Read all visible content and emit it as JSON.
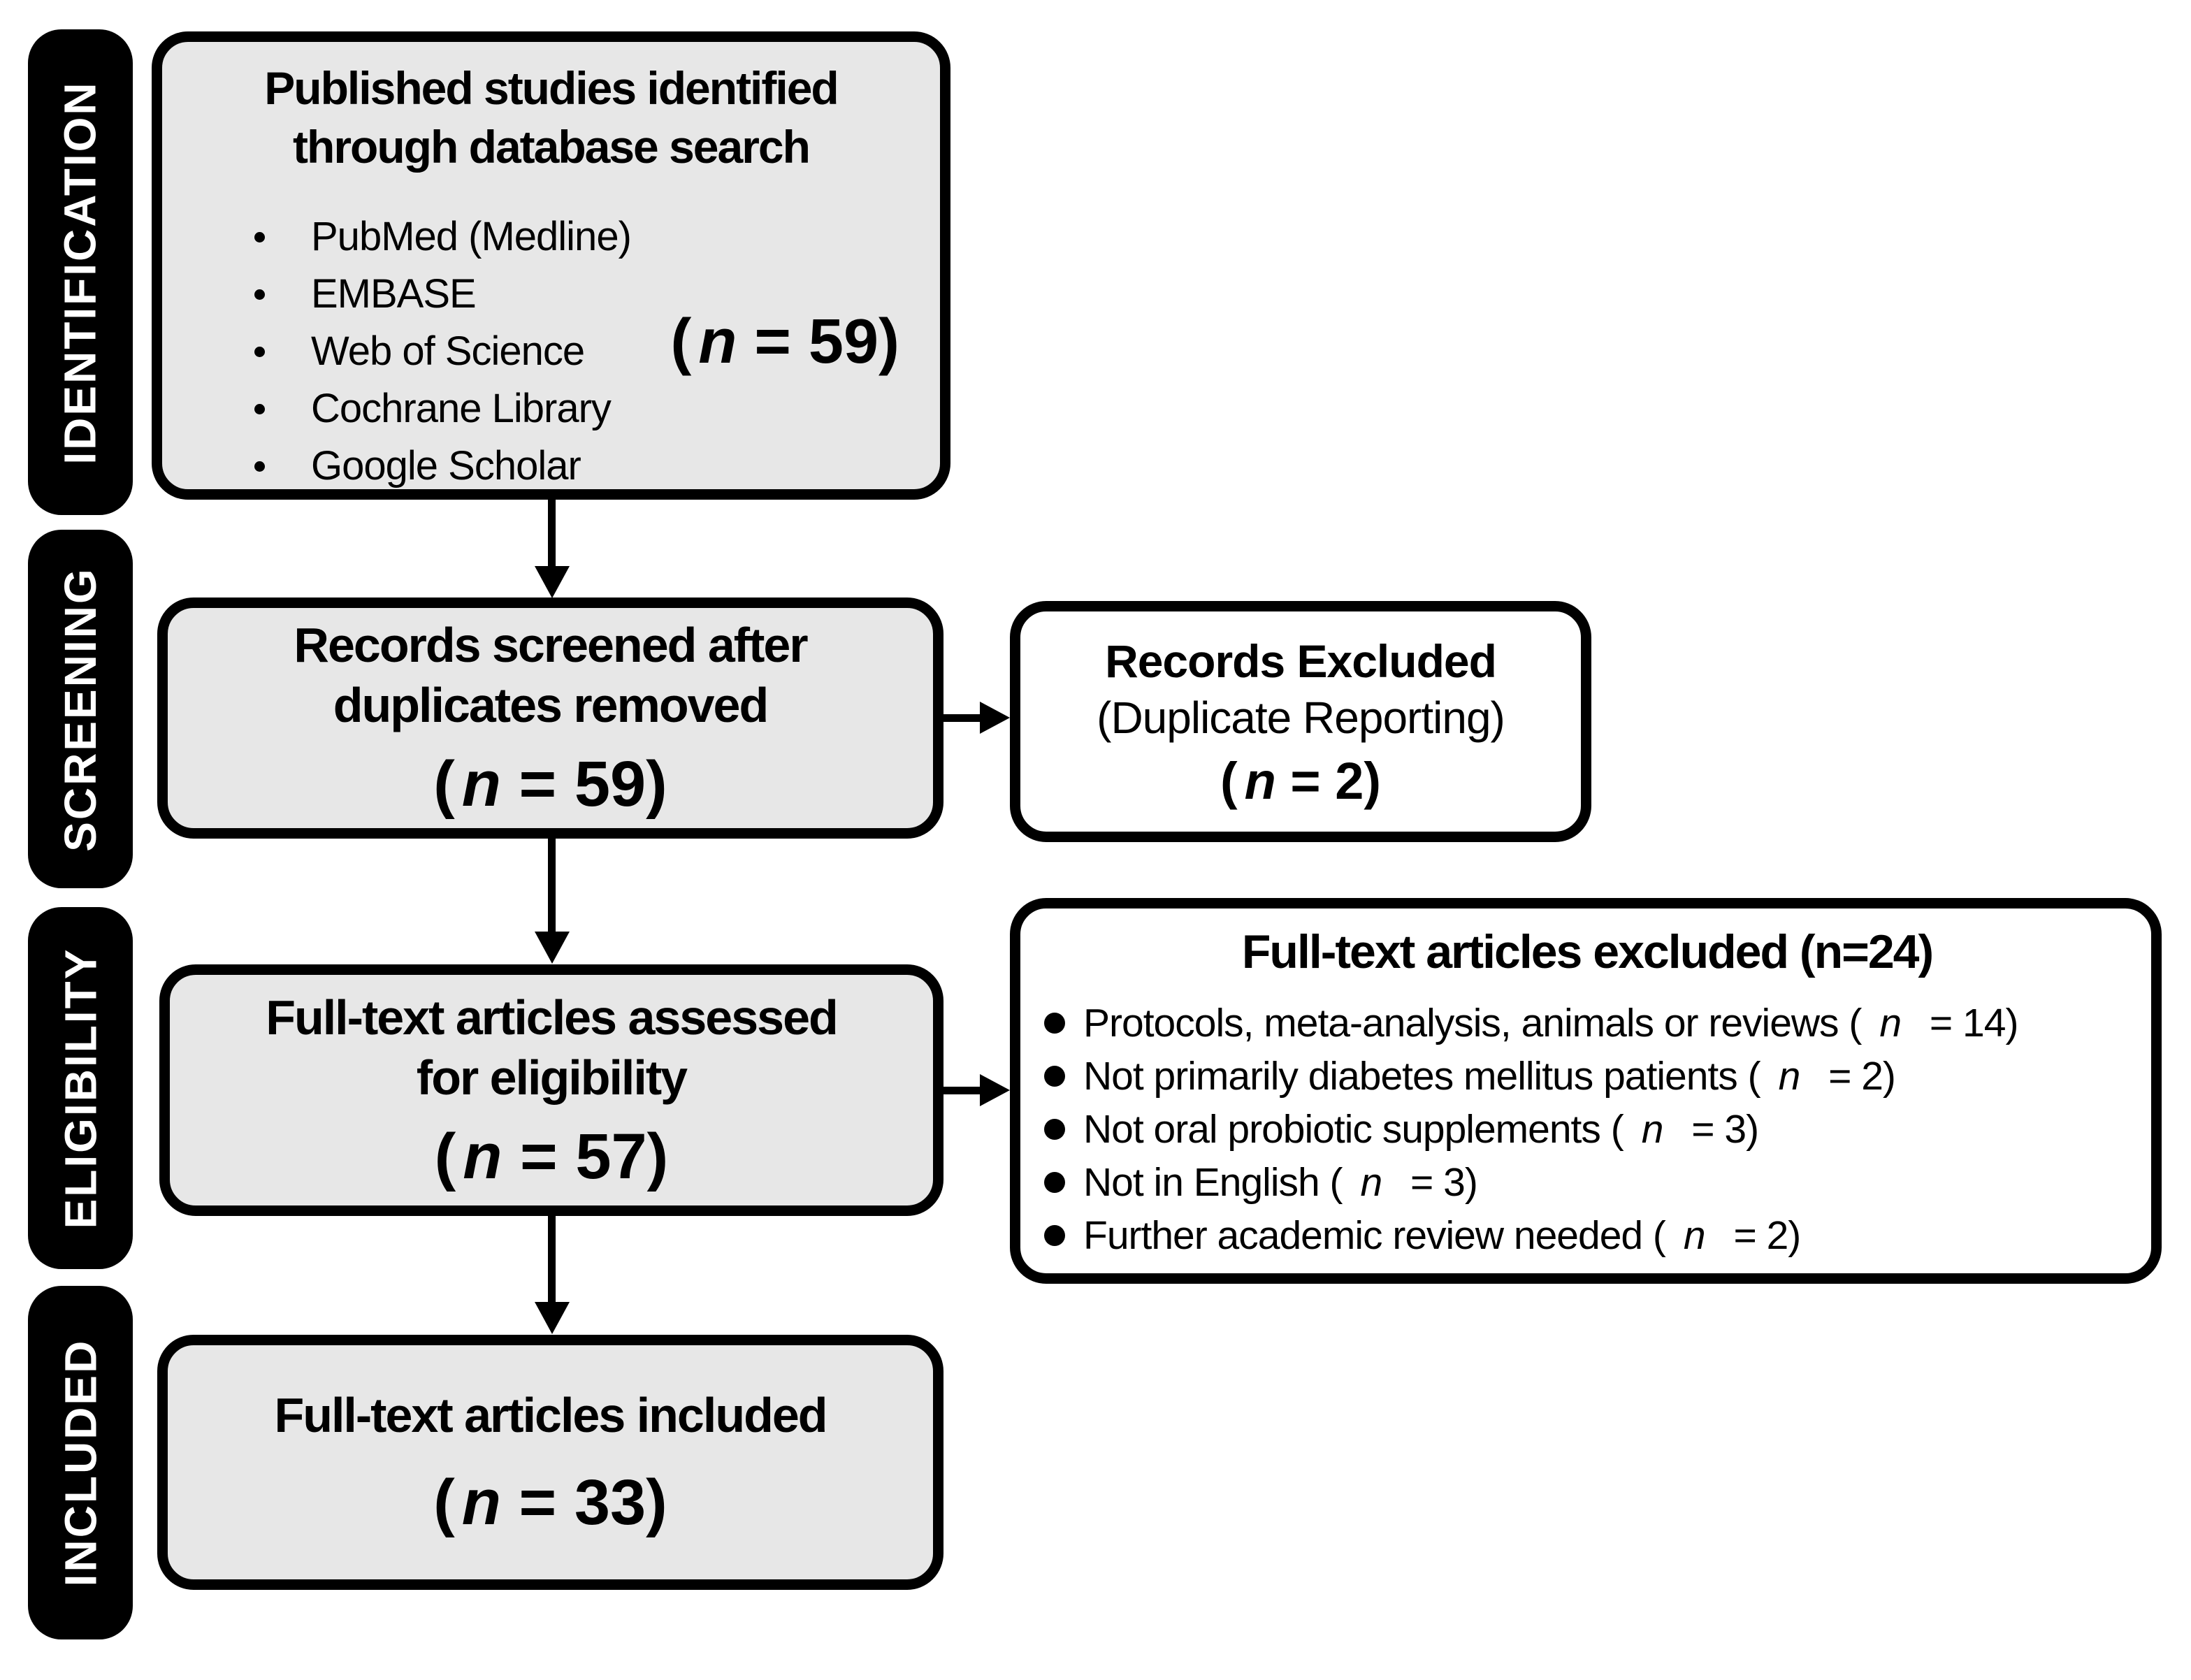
{
  "colors": {
    "box_fill_gray": "#e7e7e7",
    "box_fill_white": "#ffffff",
    "border_black": "#000000",
    "stage_label_bg": "#000000",
    "stage_label_fg": "#ffffff"
  },
  "stages": [
    {
      "label": "IDENTIFICATION"
    },
    {
      "label": "SCREENING"
    },
    {
      "label": "ELIGIBILITY"
    },
    {
      "label": "INCLUDED"
    }
  ],
  "identification_box": {
    "title_line1": "Published studies identified",
    "title_line2": "through database search",
    "bullets": [
      "PubMed (Medline)",
      "EMBASE",
      "Web of Science",
      "Cochrane Library",
      "Google Scholar"
    ],
    "count": {
      "open": "(",
      "var": "n",
      "rest": " = 59)"
    }
  },
  "screening_box": {
    "title_line1": "Records screened after",
    "title_line2": "duplicates removed",
    "count": {
      "open": "(",
      "var": "n",
      "rest": " = 59)"
    }
  },
  "records_excluded_box": {
    "title": "Records Excluded",
    "subtitle": "(Duplicate Reporting)",
    "count": {
      "open": "(",
      "var": "n",
      "rest": " = 2)"
    }
  },
  "eligibility_box": {
    "title_line1": "Full-text articles assessed",
    "title_line2": "for eligibility",
    "count": {
      "open": "(",
      "var": "n",
      "rest": " = 57)"
    }
  },
  "fulltext_excluded_box": {
    "title": "Full-text articles excluded (n=24)",
    "bullets": [
      {
        "pre": "Protocols, meta-analysis, animals or reviews (",
        "var": "n",
        "post": " = 14)"
      },
      {
        "pre": "Not primarily diabetes mellitus patients (",
        "var": "n",
        "post": " = 2)"
      },
      {
        "pre": "Not oral probiotic supplements (",
        "var": "n",
        "post": " = 3)"
      },
      {
        "pre": "Not in English (",
        "var": "n",
        "post": " = 3)"
      },
      {
        "pre": "Further academic review needed (",
        "var": "n",
        "post": " = 2)"
      }
    ]
  },
  "included_box": {
    "title": "Full-text articles included",
    "count": {
      "open": "(",
      "var": "n",
      "rest": " = 33)"
    }
  }
}
